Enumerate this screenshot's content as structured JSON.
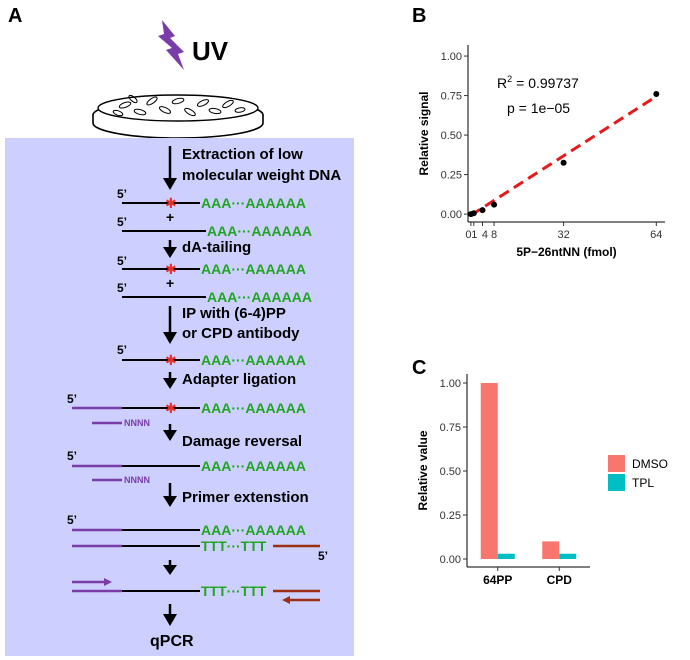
{
  "panel_a": {
    "letter": "A",
    "uv_label": "UV",
    "five_prime": "5’",
    "plus": "+",
    "seq_aaa": "AAA···AAAAAA",
    "seq_ttt": "TTT···TTT",
    "nnnn": "NNNN",
    "steps": {
      "extraction_1": "Extraction of low",
      "extraction_2": "molecular weight DNA",
      "da_tailing": "dA-tailing",
      "ip_1": "IP with (6-4)PP",
      "ip_2": "or CPD antibody",
      "adapter": "Adapter ligation",
      "damage_reversal": "Damage reversal",
      "primer_extension": "Primer extenstion",
      "qpcr": "qPCR"
    },
    "colors": {
      "background": "#cdd0ff",
      "seq_green": "#1fa51f",
      "adapter_purple": "#7a3ca8",
      "primer_red": "#9c2e15",
      "lesion_red": "#e53030",
      "uv_purple": "#7a3ca8"
    }
  },
  "panel_b": {
    "letter": "B",
    "r2_prefix": "R",
    "r2_sup": "2",
    "r2_value": "= 0.99737",
    "p_value": "p = 1e−05",
    "xlabel": "5P−26ntNN (fmol)",
    "ylabel": "Relative signal",
    "fit_color": "#e41a1c"
  },
  "panel_c": {
    "letter": "C",
    "ylabel": "Relative value",
    "legend": [
      {
        "label": "DMSO",
        "color": "#f8766d"
      },
      {
        "label": "TPL",
        "color": "#00bfc4"
      }
    ]
  },
  "chart_data": [
    {
      "type": "scatter",
      "panel": "B",
      "x": [
        0,
        1,
        4,
        8,
        32,
        64
      ],
      "y": [
        0.0,
        0.005,
        0.025,
        0.06,
        0.325,
        0.76
      ],
      "xticks": [
        "0",
        "1",
        "4",
        "8",
        "32",
        "64"
      ],
      "xtick_values": [
        0,
        1,
        4,
        8,
        32,
        64
      ],
      "yticks": [
        "0.00",
        "0.25",
        "0.50",
        "0.75",
        "1.00"
      ],
      "ytick_values": [
        0,
        0.25,
        0.5,
        0.75,
        1.0
      ],
      "xlim": [
        -1,
        67
      ],
      "ylim": [
        -0.05,
        1.07
      ],
      "fit_line": {
        "x": [
          0,
          64
        ],
        "y": [
          -0.0075,
          0.745
        ],
        "style": "dashed"
      },
      "xlabel": "5P−26ntNN (fmol)",
      "ylabel": "Relative signal",
      "grid": false
    },
    {
      "type": "bar",
      "panel": "C",
      "categories": [
        "64PP",
        "CPD"
      ],
      "series": [
        {
          "name": "DMSO",
          "values": [
            1.0,
            0.1
          ]
        },
        {
          "name": "TPL",
          "values": [
            0.03,
            0.03
          ]
        }
      ],
      "yticks": [
        "0.00",
        "0.25",
        "0.50",
        "0.75",
        "1.00"
      ],
      "ytick_values": [
        0,
        0.25,
        0.5,
        0.75,
        1.0
      ],
      "ylim": [
        -0.05,
        1.07
      ],
      "ylabel": "Relative value",
      "legend_position": "right",
      "grid": false
    }
  ]
}
